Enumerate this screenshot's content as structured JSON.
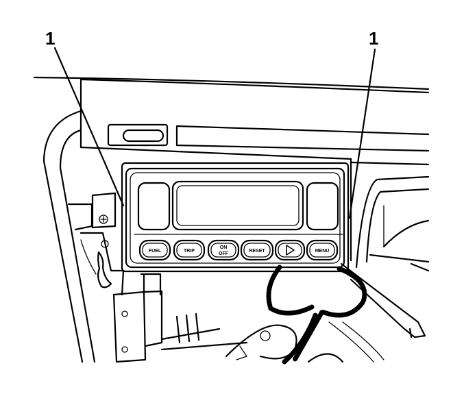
{
  "callouts": [
    {
      "id": "left",
      "label": "1"
    },
    {
      "id": "right",
      "label": "1"
    }
  ],
  "display_buttons": [
    {
      "id": "fuel",
      "lines": [
        "FUEL"
      ]
    },
    {
      "id": "trip",
      "lines": [
        "TRIP"
      ]
    },
    {
      "id": "onoff",
      "lines": [
        "ON",
        "OFF"
      ]
    },
    {
      "id": "reset",
      "lines": [
        "RESET"
      ]
    },
    {
      "id": "next",
      "icon": "right-arrow-icon"
    },
    {
      "id": "menu",
      "lines": [
        "MENU"
      ]
    }
  ]
}
